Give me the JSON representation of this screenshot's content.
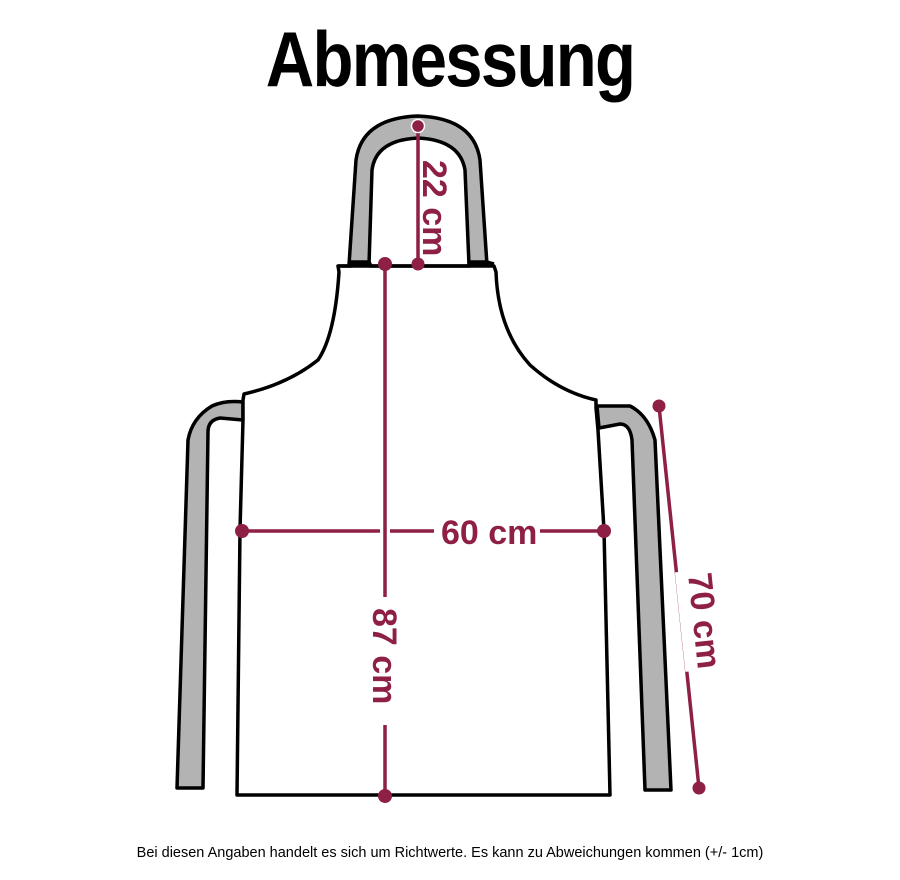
{
  "title": "Abmessung",
  "colors": {
    "accent": "#8e1f45",
    "strap": "#b3b3b3",
    "outline": "#000000",
    "background": "#ffffff"
  },
  "measurements": {
    "neck_strap": {
      "label": "22 cm",
      "value": 22,
      "unit": "cm"
    },
    "width": {
      "label": "60 cm",
      "value": 60,
      "unit": "cm"
    },
    "length": {
      "label": "87 cm",
      "value": 87,
      "unit": "cm"
    },
    "waist_strap": {
      "label": "70 cm",
      "value": 70,
      "unit": "cm"
    }
  },
  "footer": "Bei diesen Angaben handelt es sich um Richtwerte. Es kann zu Abweichungen kommen (+/- 1cm)"
}
